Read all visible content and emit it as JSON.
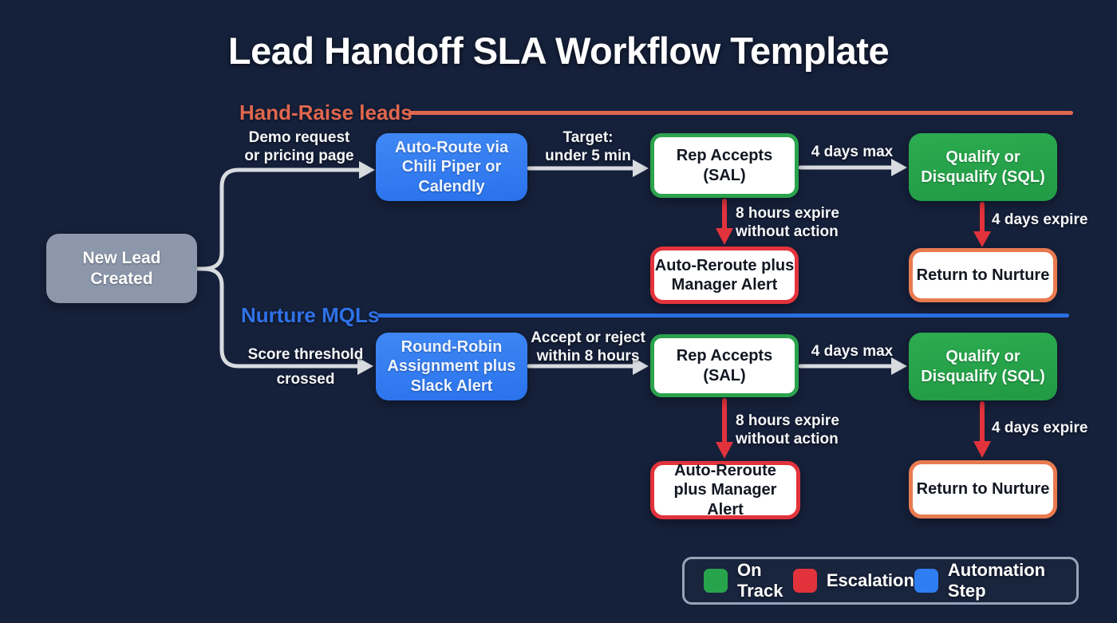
{
  "title": "Lead Handoff SLA Workflow Template",
  "colors": {
    "background": "#15203a",
    "hand_raise_accent": "#e0674f",
    "nurture_accent": "#2b6fe3",
    "on_track_green": "#27a44b",
    "escalation_red": "#e2333c",
    "automation_blue": "#2e7ef2",
    "start_gray": "#8c97ab",
    "return_border_orange": "#e87a50",
    "connector_gray": "#d8dbe0"
  },
  "start": {
    "label": "New Lead\nCreated"
  },
  "lane_hand_raise": {
    "label": "Hand-Raise leads",
    "trigger_label": "Demo request\nor pricing page",
    "automation": "Auto-Route via\nChili Piper or\nCalendly",
    "target_label": "Target:\nunder 5 min",
    "accept": "Rep Accepts\n(SAL)",
    "sla_label": "4 days max",
    "qualify": "Qualify or\nDisqualify (SQL)",
    "escalation_label": "8 hours expire\nwithout action",
    "escalation": "Auto-Reroute plus\nManager Alert",
    "expire_label": "4 days expire",
    "nurture": "Return to Nurture"
  },
  "lane_nurture": {
    "label": "Nurture MQLs",
    "trigger_label_top": "Score threshold",
    "trigger_label_bottom": "crossed",
    "automation": "Round-Robin\nAssignment plus\nSlack Alert",
    "target_label": "Accept or reject\nwithin 8 hours",
    "accept": "Rep Accepts\n(SAL)",
    "sla_label": "4 days max",
    "qualify": "Qualify or\nDisqualify (SQL)",
    "escalation_label": "8 hours expire\nwithout action",
    "escalation": "Auto-Reroute\nplus Manager Alert",
    "expire_label": "4 days expire",
    "nurture": "Return to Nurture"
  },
  "legend": {
    "items": [
      {
        "label": "On Track",
        "color": "#27a44b"
      },
      {
        "label": "Escalation",
        "color": "#e2333c"
      },
      {
        "label": "Automation Step",
        "color": "#2e7ef2"
      }
    ]
  }
}
